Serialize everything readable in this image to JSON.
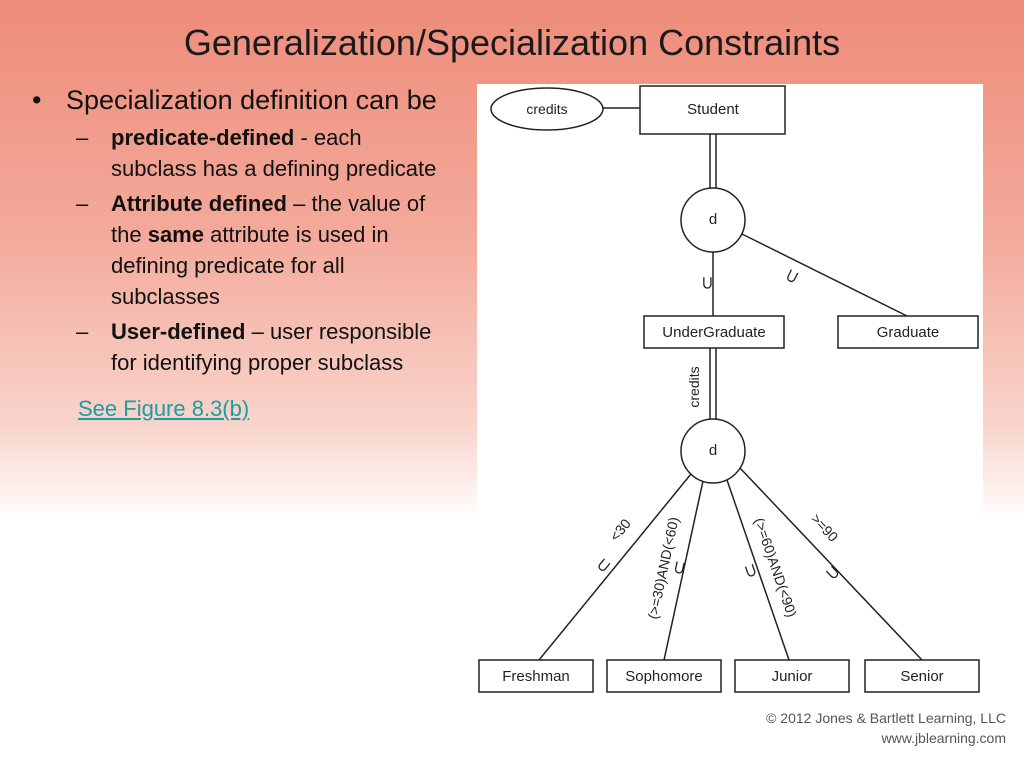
{
  "slide": {
    "title": "Generalization/Specialization Constraints",
    "bullet_mark": "•",
    "bullet": "Specialization definition can be",
    "dash": "–",
    "sub_items": [
      {
        "bold": "predicate-defined",
        "rest": " - each subclass has a defining predicate"
      },
      {
        "bold": "Attribute defined",
        "rest_a": " – the value of the ",
        "bold_b": "same",
        "rest_b": " attribute is used in defining predicate for all subclasses"
      },
      {
        "bold": "User-defined",
        "rest": " – user responsible for identifying proper subclass"
      }
    ],
    "link": "See Figure 8.3(b)"
  },
  "diagram": {
    "attribute": "credits",
    "entity": "Student",
    "disjoint_1": "d",
    "subclass_under": "UnderGraduate",
    "subclass_grad": "Graduate",
    "defining_attribute": "credits",
    "disjoint_2": "d",
    "subset_symbol": "⊂",
    "leaves": [
      "Freshman",
      "Sophomore",
      "Junior",
      "Senior"
    ],
    "predicates": [
      "<30",
      "(>=30)AND(<60)",
      "(>=60)AND(<90)",
      ">=90"
    ]
  },
  "footer": {
    "copyright": "© 2012 Jones & Bartlett Learning, LLC",
    "website": "www.jblearning.com"
  }
}
